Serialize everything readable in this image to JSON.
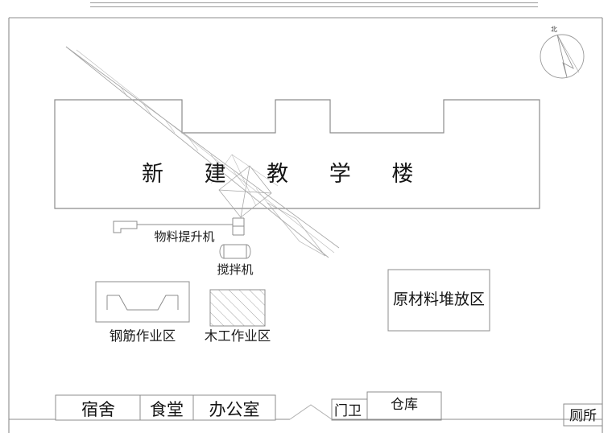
{
  "drawing": {
    "type": "construction-site-layout-plan",
    "building": {
      "title": "新 建 教 学 楼",
      "title_plain": "新建教学楼"
    },
    "compass": {
      "north_label": "北"
    },
    "equipment": [
      {
        "id": "material-hoist",
        "label": "物料提升机"
      },
      {
        "id": "mixer",
        "label": "搅拌机"
      }
    ],
    "work_zones": [
      {
        "id": "rebar-area",
        "label": "钢筋作业区"
      },
      {
        "id": "carpentry-area",
        "label": "木工作业区"
      },
      {
        "id": "raw-material-area",
        "label": "原材料堆放区"
      }
    ],
    "facilities": [
      {
        "id": "dormitory",
        "label": "宿舍"
      },
      {
        "id": "canteen",
        "label": "食堂"
      },
      {
        "id": "office",
        "label": "办公室"
      },
      {
        "id": "gatehouse",
        "label": "门卫"
      },
      {
        "id": "warehouse",
        "label": "仓库"
      },
      {
        "id": "toilet",
        "label": "厕所"
      }
    ],
    "colors": {
      "line": "#8c8c8c",
      "line_dark": "#6f6f6f",
      "hatch": "#9a9a9a",
      "text": "#1b1b1b",
      "background": "#ffffff"
    }
  }
}
